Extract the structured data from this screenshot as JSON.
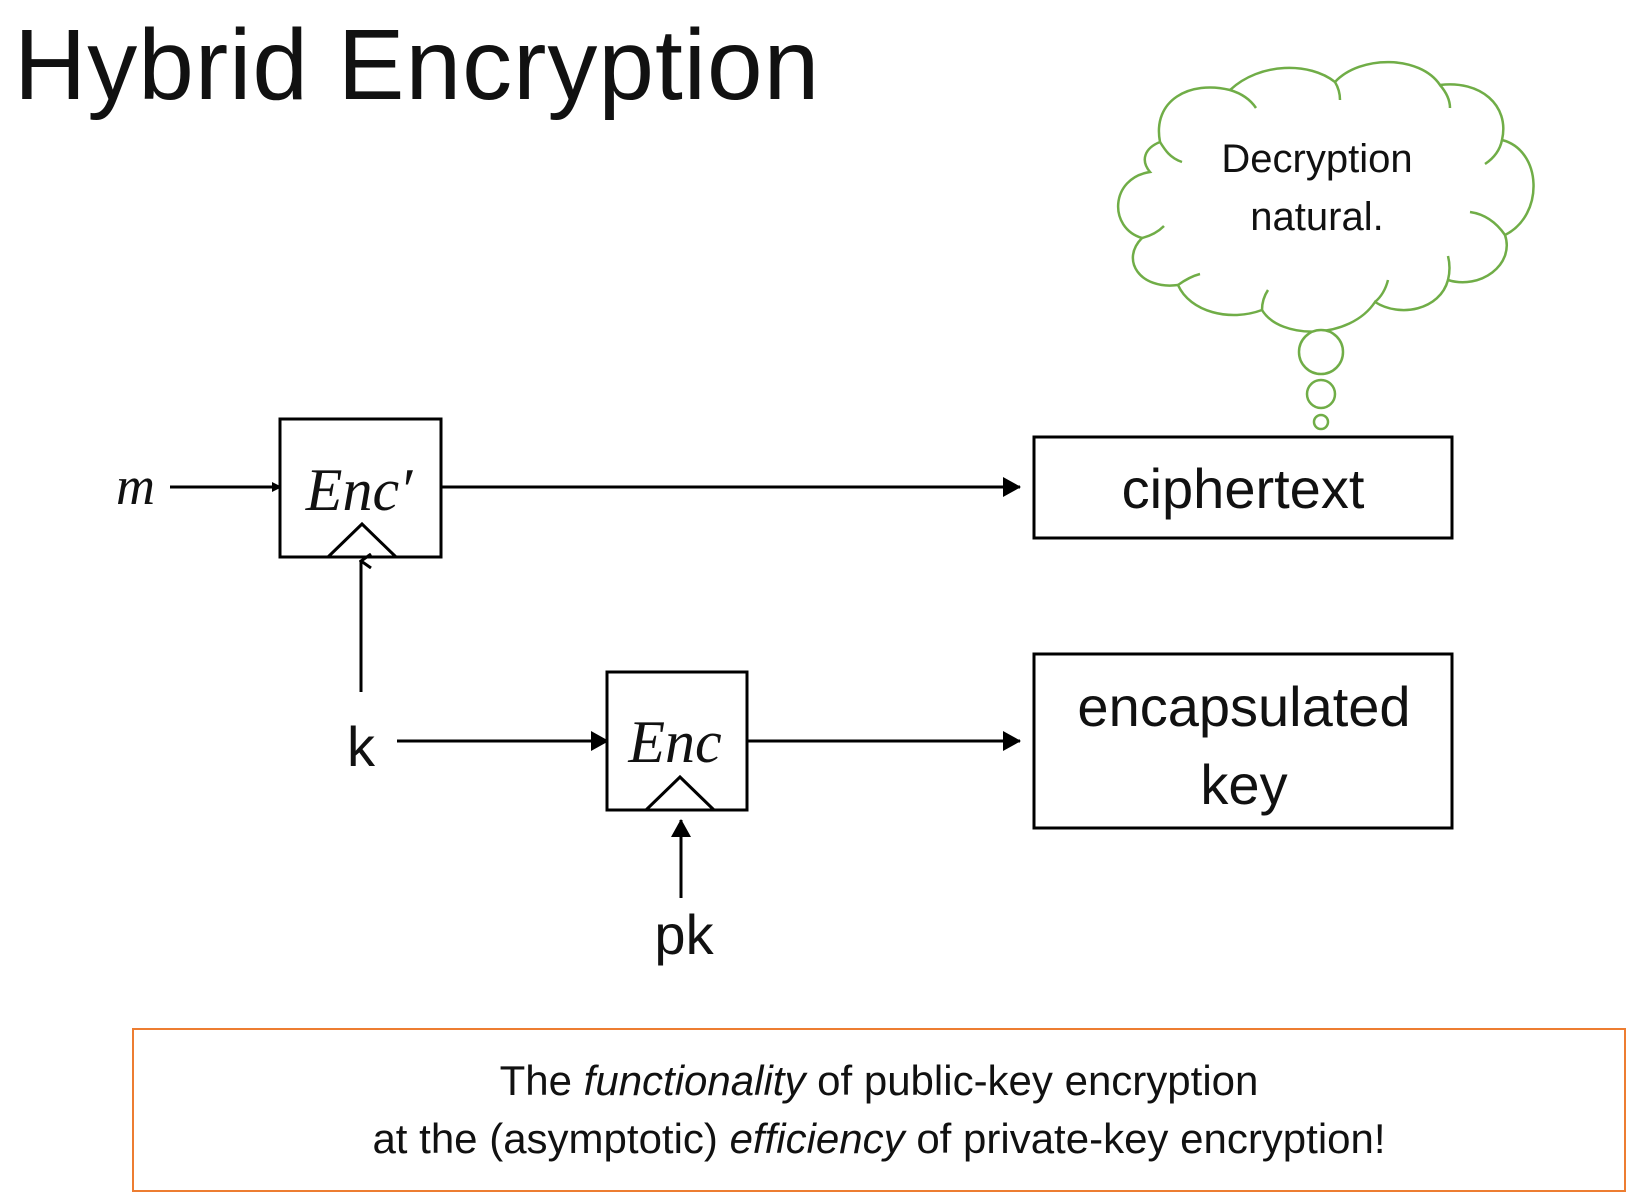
{
  "title": "Hybrid Encryption",
  "thought_bubble": {
    "line1": "Decryption",
    "line2": "natural.",
    "border_color": "#70AD47"
  },
  "diagram": {
    "input_m": "m",
    "box_enc_prime": "Enc′",
    "box_enc": "Enc",
    "input_k": "k",
    "input_pk": "pk",
    "output_ciphertext": "ciphertext",
    "output_encapsulated_line1": "encapsulated",
    "output_encapsulated_line2": "key"
  },
  "callout": {
    "border_color": "#ED7D31",
    "line1": {
      "part1": "The ",
      "emph": "functionality",
      "part2": " of public-key encryption"
    },
    "line2": {
      "part1": "at the (asymptotic) ",
      "emph": "efficiency",
      "part2": " of private-key encryption!"
    }
  }
}
